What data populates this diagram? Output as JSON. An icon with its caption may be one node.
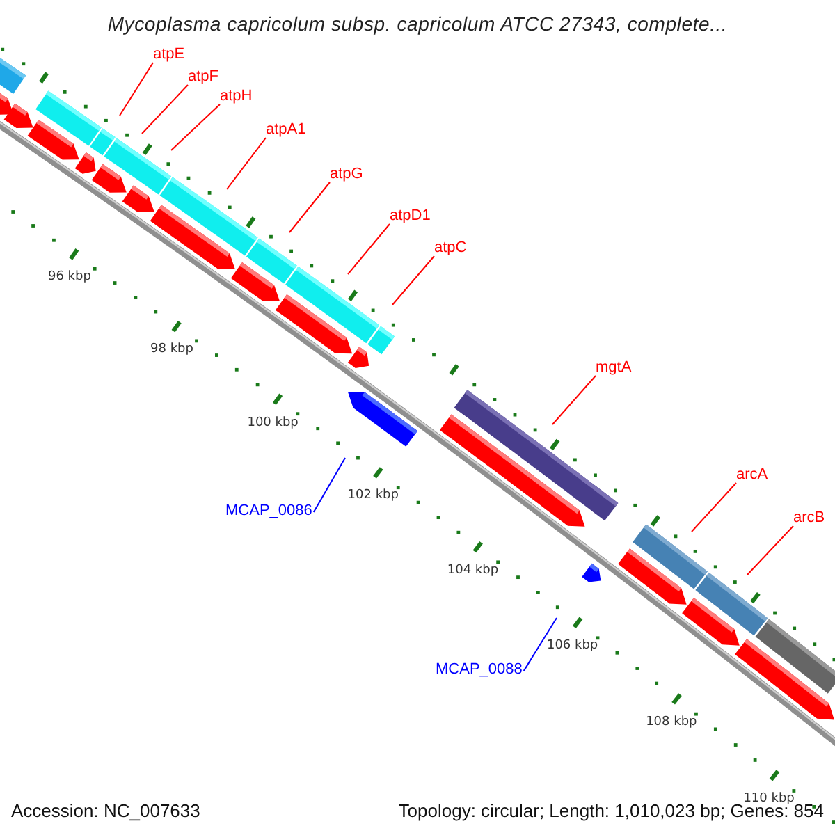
{
  "diagram": {
    "title": "Mycoplasma capricolum subsp. capricolum ATCC 27343, complete...",
    "nodes": [
      {
        "text": [
          "atpE"
        ]
      },
      {
        "text": [
          "atpF"
        ]
      },
      {
        "text": [
          "atpH"
        ]
      },
      {
        "text": [
          "atpA1"
        ]
      },
      {
        "text": [
          "atpG"
        ]
      },
      {
        "text": [
          "atpD1"
        ]
      },
      {
        "text": [
          "atpC"
        ]
      },
      {
        "text": [
          "mgtA"
        ]
      },
      {
        "text": [
          "arcA"
        ]
      },
      {
        "text": [
          "MCAP_0086"
        ]
      },
      {
        "text": [
          "arcB"
        ]
      },
      {
        "text": [
          "MCAP_0088"
        ]
      }
    ],
    "edges": [
      {
        "from": 0,
        "to": null,
        "arrow": "none"
      },
      {
        "from": 1,
        "to": null,
        "arrow": "none"
      },
      {
        "from": 2,
        "to": null,
        "arrow": "none"
      },
      {
        "from": 3,
        "to": null,
        "arrow": "none"
      },
      {
        "from": 4,
        "to": null,
        "arrow": "none"
      },
      {
        "from": 5,
        "to": null,
        "arrow": "none"
      },
      {
        "from": 6,
        "to": null,
        "arrow": "none"
      },
      {
        "from": 7,
        "to": null,
        "arrow": "none"
      },
      {
        "from": 8,
        "to": null,
        "arrow": "none"
      },
      {
        "from": 9,
        "to": null,
        "arrow": "none",
        "color": "#0000ff"
      },
      {
        "from": 10,
        "to": null,
        "arrow": "none"
      },
      {
        "from": 11,
        "to": null,
        "arrow": "none",
        "color": "#0000ff"
      }
    ],
    "labels": [
      "96 kbp",
      "98 kbp",
      "100 kbp",
      "102 kbp",
      "104 kbp",
      "106 kbp",
      "108 kbp",
      "110 kbp",
      "Accession: NC_007633",
      "Topology: circular; Length: 1,010,023 bp; Genes: 854"
    ]
  }
}
